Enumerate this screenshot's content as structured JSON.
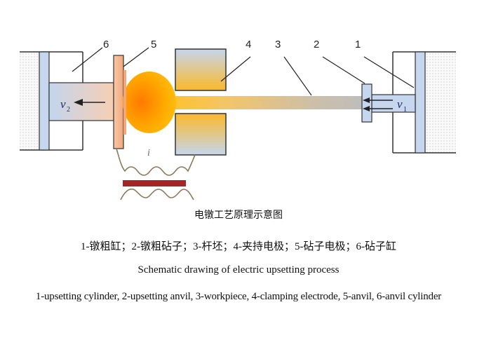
{
  "diagram": {
    "part_labels": [
      "1",
      "2",
      "3",
      "4",
      "5",
      "6"
    ],
    "velocity_left": {
      "symbol": "v",
      "subscript": "2"
    },
    "velocity_right": {
      "symbol": "v",
      "subscript": "1"
    },
    "current_symbol": "i",
    "colors": {
      "cylinder_blue": "#c5d6ec",
      "anvil_orange": "#f6b893",
      "hot_ball": "#ffa000",
      "electrode_gold": "#fbbd3c",
      "workpiece_grey": "#c9c0ae",
      "transformer_core": "#a0282a",
      "coil": "#8a7a5c"
    }
  },
  "captions": {
    "cn_title": "电镦工艺原理示意图",
    "cn_legend": "1-镦粗缸；2-镦粗砧子；3-杆坯；4-夹持电极；5-砧子电极；6-砧子缸",
    "en_title": "Schematic drawing of electric upsetting process",
    "en_legend": "1-upsetting cylinder, 2-upsetting anvil, 3-workpiece, 4-clamping electrode, 5-anvil, 6-anvil cylinder"
  }
}
